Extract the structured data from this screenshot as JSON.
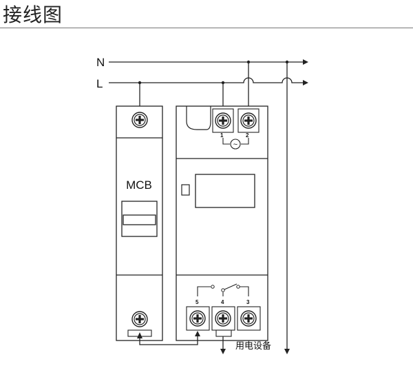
{
  "header": {
    "title": "接线图"
  },
  "wires": {
    "neutral_label": "N",
    "live_label": "L"
  },
  "breaker": {
    "label": "MCB"
  },
  "timer": {
    "terminals_top": [
      "1",
      "2"
    ],
    "terminals_bottom": [
      "5",
      "4",
      "3"
    ],
    "ac_symbol": "~"
  },
  "load": {
    "label": "用电设备"
  }
}
